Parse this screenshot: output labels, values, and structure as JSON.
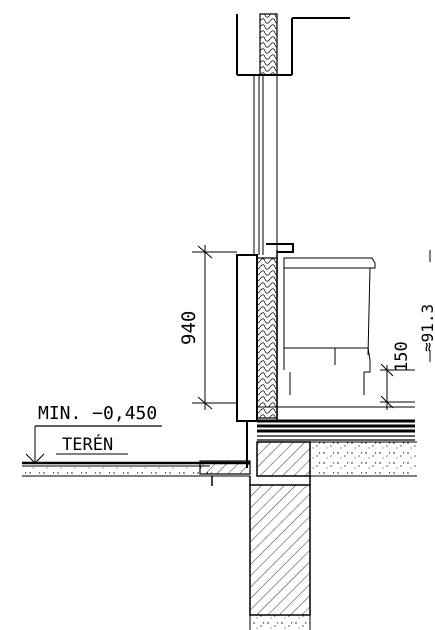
{
  "labels": {
    "level": "MIN. −0,450",
    "terrain": "TERÉN",
    "dim_wall_height": "940",
    "dim_sill": "150",
    "dim_approx": "≈91.3"
  },
  "colors": {
    "line": "#000000",
    "background": "#ffffff"
  }
}
